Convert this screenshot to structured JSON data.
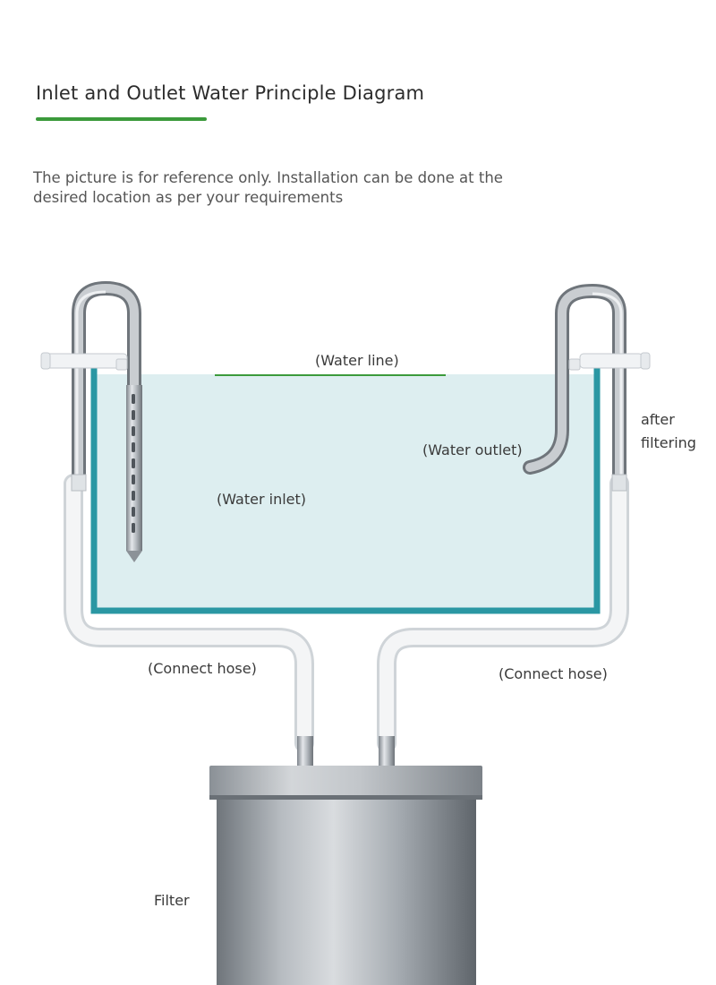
{
  "header": {
    "title": "Inlet and Outlet Water Principle Diagram",
    "subtitle": "The picture is for reference only. Installation can be done at the desired location as per your requirements"
  },
  "labels": {
    "water_line": "(Water line)",
    "water_outlet": "(Water outlet)",
    "water_inlet": "(Water inlet)",
    "after_filtering_line1": "after",
    "after_filtering_line2": "filtering",
    "connect_hose_left": "(Connect hose)",
    "connect_hose_right": "(Connect hose)",
    "filter": "Filter"
  },
  "colors": {
    "accent_green": "#3b9a3b",
    "tank_border": "#2a97a3",
    "water_fill": "#ddeef0",
    "steel": "#9aa0a6",
    "hose": "#eef0f2"
  }
}
